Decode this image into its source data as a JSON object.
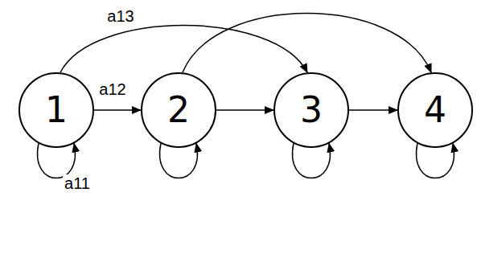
{
  "diagram": {
    "nodes": [
      {
        "text": [
          "1"
        ]
      },
      {
        "text": [
          "2"
        ]
      },
      {
        "text": [
          "3"
        ]
      },
      {
        "text": [
          "4"
        ]
      }
    ],
    "edges": [
      {
        "from": 0,
        "to": 0,
        "label": "a11",
        "arrow": "to"
      },
      {
        "from": 0,
        "to": 1,
        "label": "a12",
        "arrow": "to"
      },
      {
        "from": 0,
        "to": 2,
        "label": "a13",
        "arrow": "to"
      },
      {
        "from": 1,
        "to": 1,
        "arrow": "to"
      },
      {
        "from": 1,
        "to": 2,
        "arrow": "to"
      },
      {
        "from": 1,
        "to": 3,
        "arrow": "to"
      },
      {
        "from": 2,
        "to": 2,
        "arrow": "to"
      },
      {
        "from": 2,
        "to": 3,
        "arrow": "to"
      },
      {
        "from": 3,
        "to": 3,
        "arrow": "to"
      }
    ]
  }
}
